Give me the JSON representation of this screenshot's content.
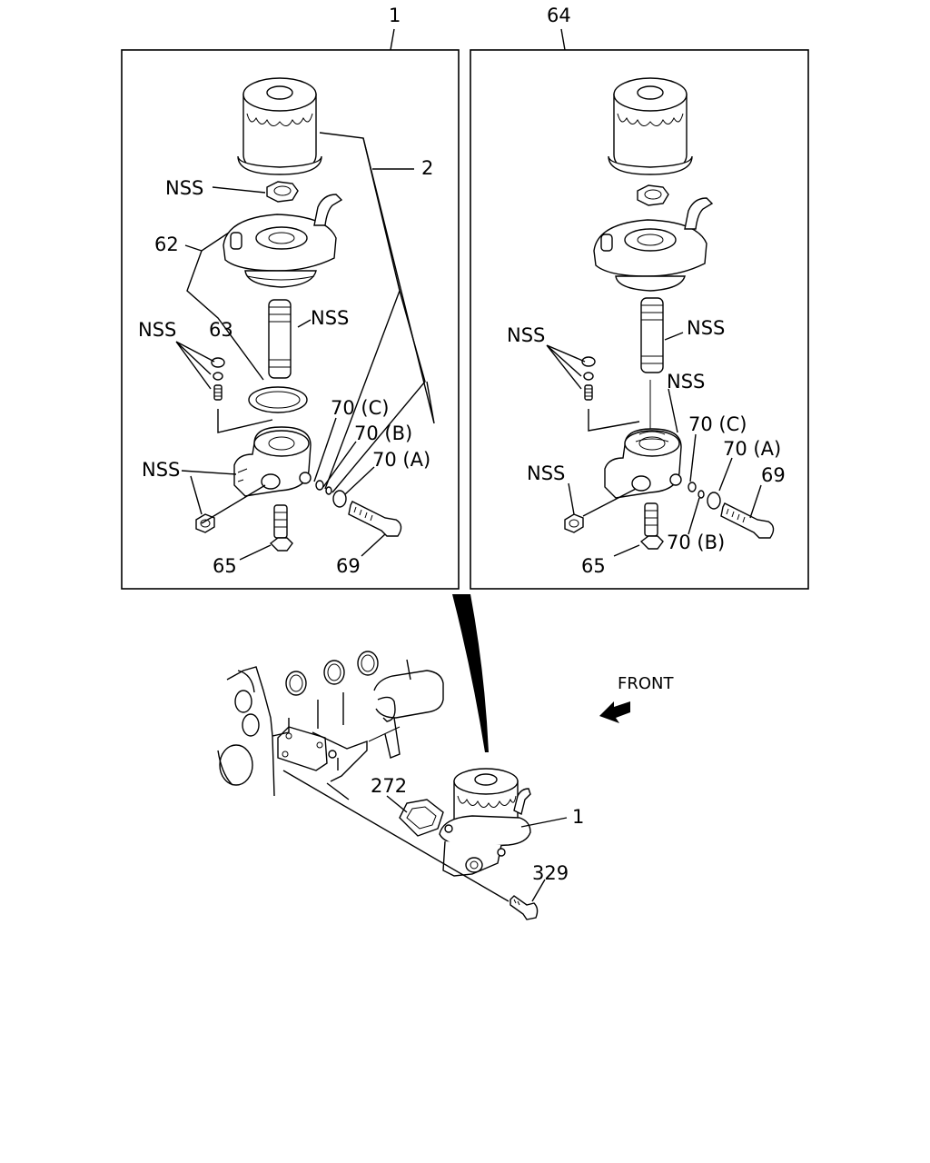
{
  "callouts": {
    "top_left_ref": "1",
    "top_right_ref": "64",
    "left": {
      "c2": "2",
      "nss_nut": "NSS",
      "c62": "62",
      "c63": "63",
      "nss_stud": "NSS",
      "nss_small": "NSS",
      "c70c": "70 (C)",
      "c70b": "70 (B)",
      "c70a": "70 (A)",
      "nss_plug": "NSS",
      "c65": "65",
      "c69": "69"
    },
    "right": {
      "nss_stud": "NSS",
      "nss_small": "NSS",
      "nss_ring": "NSS",
      "c70c": "70 (C)",
      "c70a": "70 (A)",
      "c69": "69",
      "nss_plug": "NSS",
      "c70b": "70 (B)",
      "c65": "65"
    },
    "bottom": {
      "front": "FRONT",
      "c272": "272",
      "c1": "1",
      "c329": "329"
    }
  }
}
